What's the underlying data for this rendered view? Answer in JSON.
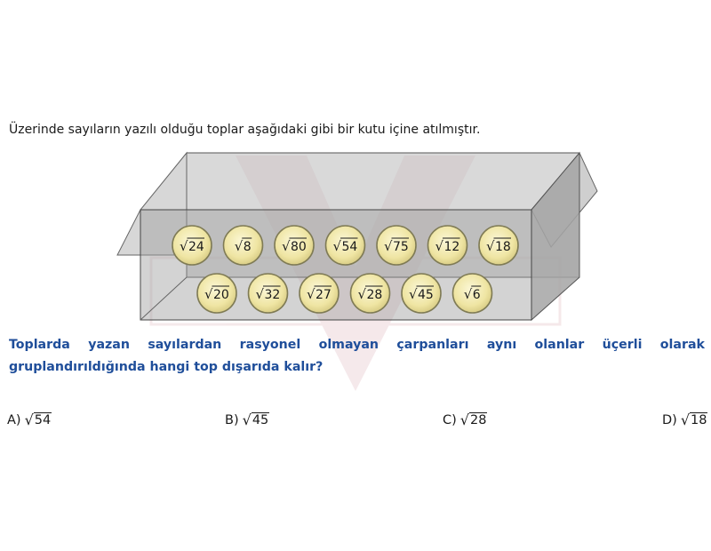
{
  "intro_text": "Üzerinde sayıların yazılı olduğu toplar aşağıdaki gibi bir kutu içine atılmıştır.",
  "question_text": "Toplarda yazan sayılardan rasyonel olmayan çarpanları aynı olanlar üçerli olarak gruplandırıldığında hangi top dışarıda kalır?",
  "radical_symbol": "√",
  "balls_row1": [
    "24",
    "8",
    "80",
    "54",
    "75",
    "12",
    "18"
  ],
  "balls_row2": [
    "20",
    "32",
    "27",
    "28",
    "45",
    "6"
  ],
  "options": [
    {
      "letter": "A)",
      "value": "54"
    },
    {
      "letter": "B)",
      "value": "45"
    },
    {
      "letter": "C)",
      "value": "28"
    },
    {
      "letter": "D)",
      "value": "18"
    }
  ],
  "colors": {
    "question": "#1f4e9a",
    "ball_fill": "#f1e9a8",
    "ball_stroke": "#7f7b55",
    "box_side": "#a9a9a9"
  }
}
